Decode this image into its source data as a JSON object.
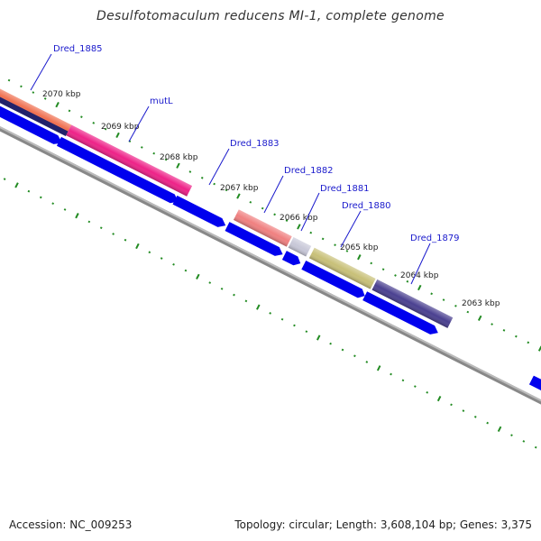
{
  "title": "Desulfotomaculum reducens MI-1, complete genome",
  "footer": {
    "accession": "Accession: NC_009253",
    "summary": "Topology: circular; Length: 3,608,104 bp; Genes: 3,375"
  },
  "colors": {
    "cds_blue": "#0000ee",
    "backbone_gray": "#888888",
    "tick_green": "#228b22",
    "label_blue": "#1a1acc"
  },
  "tick_labels": [
    "2070 kbp",
    "2069 kbp",
    "2068 kbp",
    "2067 kbp",
    "2066 kbp",
    "2065 kbp",
    "2064 kbp",
    "2063 kbp"
  ],
  "genes": [
    {
      "label": "Dred_1885",
      "color": "#f07050"
    },
    {
      "label": "mutL",
      "color": "#ee2288"
    },
    {
      "label": "Dred_1883",
      "color": "#0000ee"
    },
    {
      "label": "Dred_1882",
      "color": "#f08080"
    },
    {
      "label": "Dred_1881",
      "color": "#c8c8d8"
    },
    {
      "label": "Dred_1880",
      "color": "#c8c078"
    },
    {
      "label": "Dred_1879",
      "color": "#4a4090"
    }
  ]
}
